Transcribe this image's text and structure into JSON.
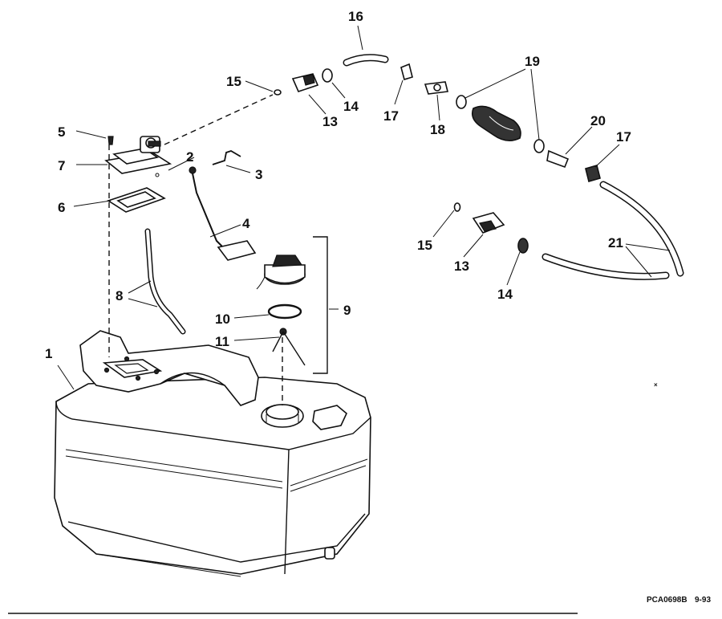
{
  "callouts": [
    "1",
    "2",
    "3",
    "4",
    "5",
    "6",
    "7",
    "8",
    "9",
    "10",
    "11",
    "13",
    "14",
    "15",
    "16",
    "17",
    "18",
    "19",
    "20",
    "21"
  ],
  "footer": {
    "drawing_code": "PCA0698B",
    "date": "9-93"
  }
}
